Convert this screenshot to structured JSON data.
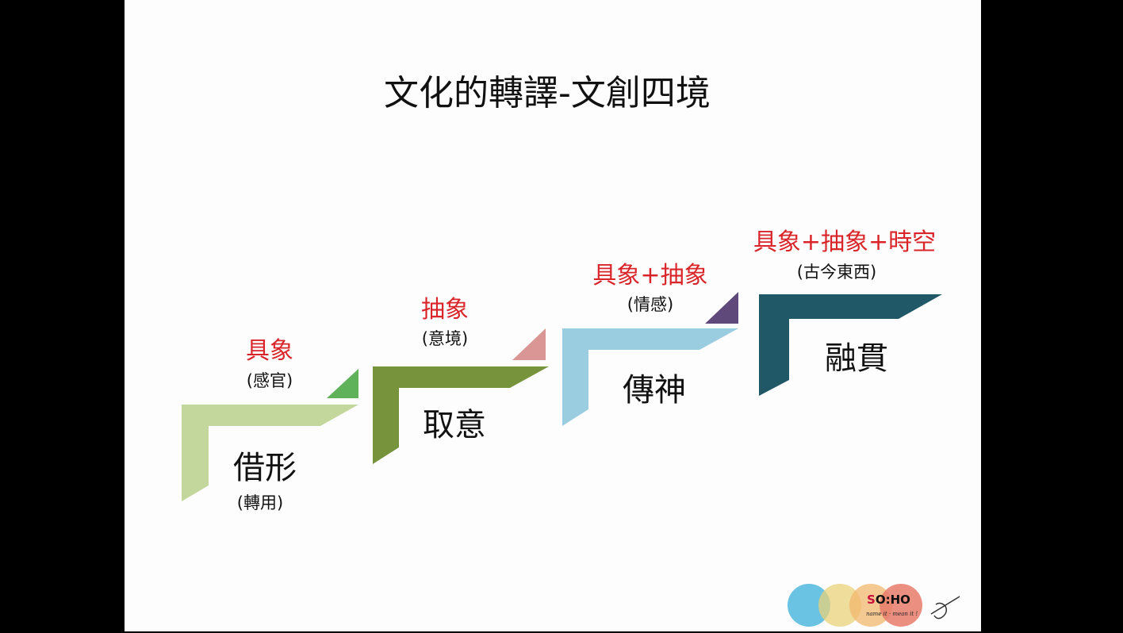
{
  "title": "文化的轉譯-文創四境",
  "steps": [
    {
      "label": "借形",
      "label_sub": "(轉用)",
      "above": "具象",
      "above_sub": "(感官)",
      "color": "#c3d69b",
      "accent": "#5fb25a"
    },
    {
      "label": "取意",
      "above": "抽象",
      "above_sub": "(意境)",
      "color": "#77933c",
      "accent": "#d99694"
    },
    {
      "label": "傳神",
      "above": "具象+抽象",
      "above_sub": "(情感)",
      "color": "#9bcde0",
      "accent": "#5f497a"
    },
    {
      "label": "融貫",
      "above": "具象+抽象+時空",
      "above_sub": "(古今東西)",
      "color": "#215868"
    }
  ],
  "logo": {
    "brand": "SO:HO",
    "tagline": "name it · mean it !"
  }
}
